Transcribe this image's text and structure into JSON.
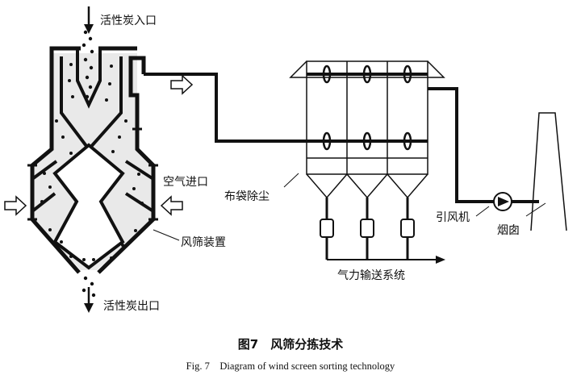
{
  "labels": {
    "carbon_inlet": "活性炭入口",
    "air_inlet": "空气进口",
    "bag_filter": "布袋除尘",
    "wind_screen_device": "风筛装置",
    "carbon_outlet": "活性炭出口",
    "pneumatic_conveying": "气力输送系统",
    "induced_fan": "引风机",
    "chimney": "烟囱"
  },
  "caption": {
    "zh": "图7　风筛分拣技术",
    "en": "Fig. 7　Diagram of wind screen sorting technology"
  },
  "colors": {
    "line": "#111111",
    "fill_shade": "#e9e9e9",
    "background": "#ffffff"
  }
}
